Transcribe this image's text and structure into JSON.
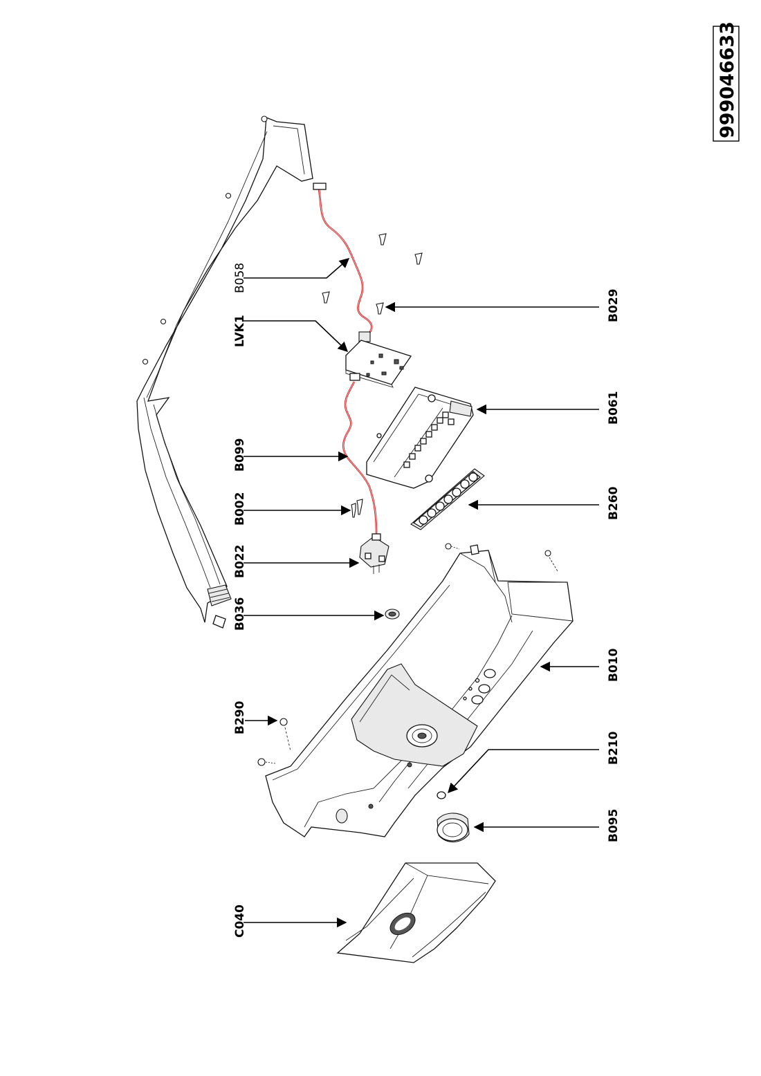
{
  "document_number": "999046633",
  "callouts": {
    "B058": "B058",
    "LVK1": "LVK1",
    "B099": "B099",
    "B002": "B002",
    "B022": "B022",
    "B036": "B036",
    "B290": "B290",
    "C040": "C040",
    "B029": "B029",
    "B061": "B061",
    "B260": "B260",
    "B010": "B010",
    "B210": "B210",
    "B095": "B095"
  },
  "colors": {
    "wire": "#d21f1f",
    "line": "#111111",
    "background": "#ffffff"
  }
}
